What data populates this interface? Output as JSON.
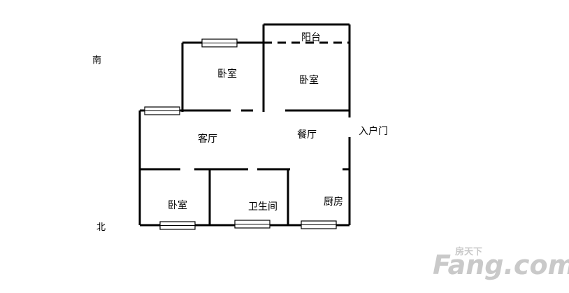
{
  "rooms": {
    "balcony": "阳台",
    "bedroom_top_left": "卧室",
    "bedroom_top_right": "卧室",
    "living_room": "客厅",
    "dining_room": "餐厅",
    "entrance": "入户门",
    "bedroom_bottom": "卧室",
    "bathroom": "卫生间",
    "kitchen": "厨房"
  },
  "compass": {
    "south": "南",
    "north": "北"
  },
  "watermark": {
    "brand_cn": "房天下",
    "brand_en": "Fang.com"
  },
  "colors": {
    "wall": "#000000",
    "watermark": "#c9c9c9"
  }
}
